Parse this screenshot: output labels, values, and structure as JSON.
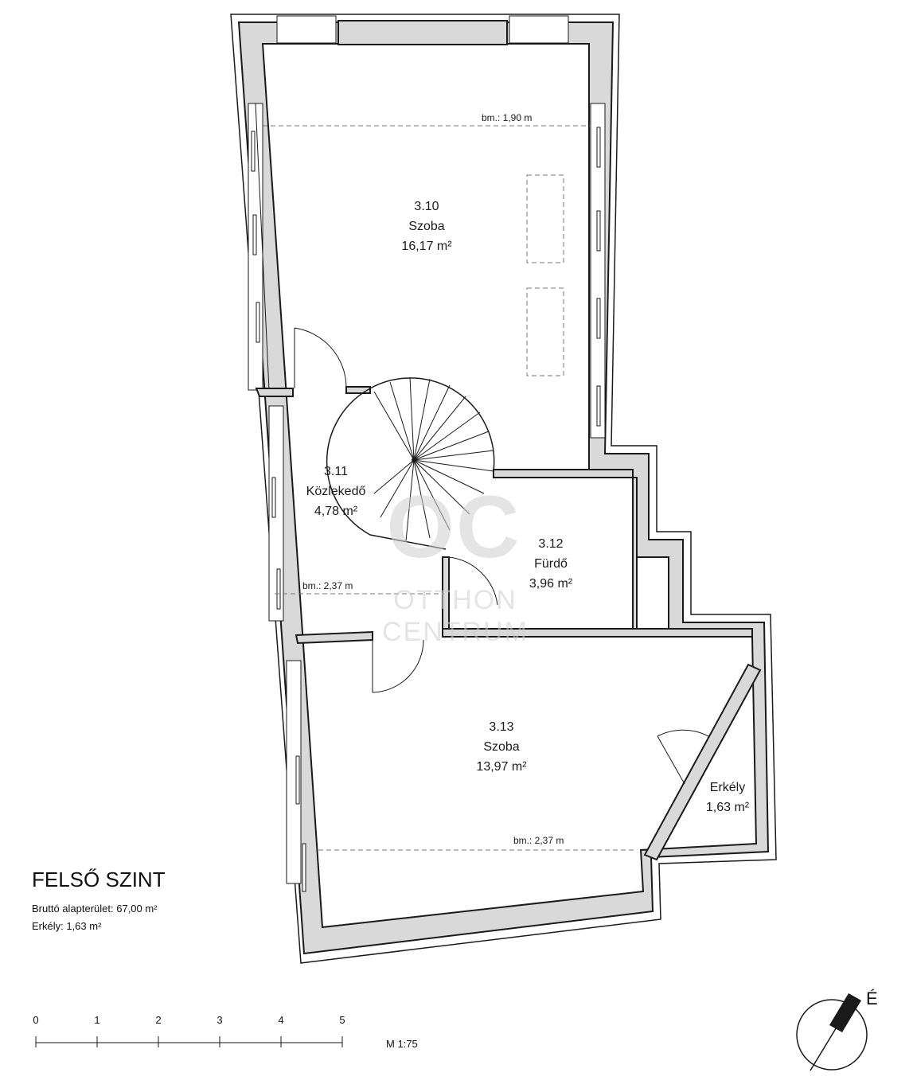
{
  "plan": {
    "title": "FELSŐ SZINT",
    "gross_area": "Bruttó alapterület: 67,00 m²",
    "balcony_area": "Erkély:  1,63 m²",
    "north": "É",
    "scale_label": "M 1:75",
    "scale_ticks": [
      "0",
      "1",
      "2",
      "3",
      "4",
      "5"
    ]
  },
  "rooms": [
    {
      "number": "3.10",
      "name": "Szoba",
      "area": "16,17 m²"
    },
    {
      "number": "3.11",
      "name": "Közlekedő",
      "area": "4,78 m²"
    },
    {
      "number": "3.12",
      "name": "Fürdő",
      "area": "3,96 m²"
    },
    {
      "number": "3.13",
      "name": "Szoba",
      "area": "13,97 m²"
    },
    {
      "number": "",
      "name": "Erkély",
      "area": "1,63 m²"
    }
  ],
  "heights": {
    "room_310": "bm.: 1,90 m",
    "room_311": "bm.: 2,37 m",
    "room_313": "bm.: 2,37 m"
  },
  "watermark": {
    "monogram": "OC",
    "line1": "OTTHON",
    "line2": "CENTRUM"
  }
}
